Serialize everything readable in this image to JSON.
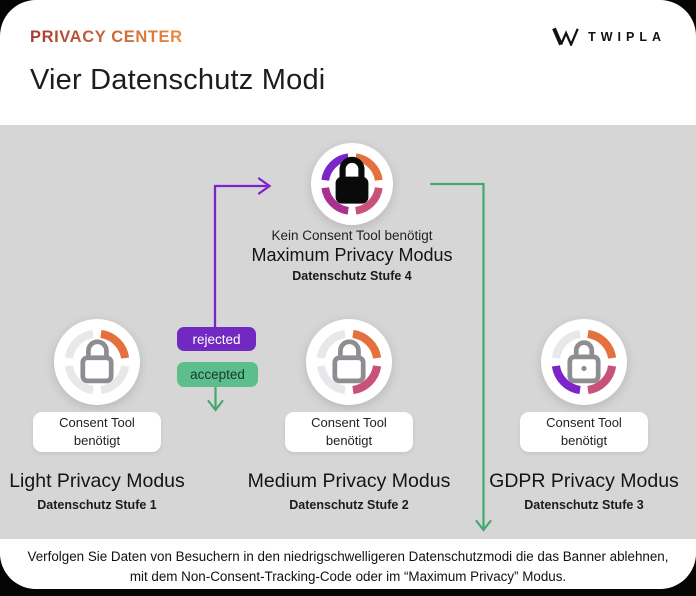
{
  "header": {
    "eyebrow": "PRIVACY CENTER",
    "brand": "TWIPLA",
    "title": "Vier Datenschutz Modi"
  },
  "palette": {
    "eyebrow_gradient_start": "#A63C34",
    "eyebrow_gradient_end": "#EC8A3C",
    "panel_bg": "#D6D6D6",
    "ring_orange": "#E4713D",
    "ring_pink": "#C9527B",
    "ring_magenta": "#A93090",
    "ring_purple": "#7B24C9",
    "ring_empty": "#E8E8EA",
    "arrow_purple": "#7B24C9",
    "arrow_green": "#44A86F",
    "badge_rejected_bg": "#7229C2",
    "badge_rejected_text": "#FFFFFF",
    "badge_accepted_bg": "#5CBE8C",
    "badge_accepted_text": "#163A28"
  },
  "maximum": {
    "caption": "Kein Consent Tool benötigt",
    "title": "Maximum Privacy Modus",
    "subtitle": "Datenschutz Stufe 4",
    "lock_state": "locked",
    "ring": {
      "tr": "#E4713D",
      "br": "#C9527B",
      "bl": "#A93090",
      "tl": "#7B24C9"
    }
  },
  "flow": {
    "rejected_label": "rejected",
    "accepted_label": "accepted"
  },
  "modes": [
    {
      "consent_note": "Consent Tool\nbenötigt",
      "title": "Light Privacy Modus",
      "subtitle": "Datenschutz Stufe 1",
      "lock_state": "unlocked",
      "ring": {
        "tr": "#E4713D",
        "br": "#E8E8EA",
        "bl": "#E8E8EA",
        "tl": "#E8E8EA"
      }
    },
    {
      "consent_note": "Consent Tool\nbenötigt",
      "title": "Medium Privacy Modus",
      "subtitle": "Datenschutz Stufe 2",
      "lock_state": "unlocked",
      "ring": {
        "tr": "#E4713D",
        "br": "#C9527B",
        "bl": "#E8E8EA",
        "tl": "#E8E8EA"
      }
    },
    {
      "consent_note": "Consent Tool\nbenötigt",
      "title": "GDPR Privacy Modus",
      "subtitle": "Datenschutz Stufe 3",
      "lock_state": "locked",
      "ring": {
        "tr": "#E4713D",
        "br": "#C9527B",
        "bl": "#7B24C9",
        "tl": "#E8E8EA"
      }
    }
  ],
  "footer": {
    "text": "Verfolgen Sie Daten von Besuchern in den niedrigschwelligeren Datenschutzmodi die das Banner ablehnen, mit dem Non-Consent-Tracking-Code oder im “Maximum Privacy” Modus."
  }
}
